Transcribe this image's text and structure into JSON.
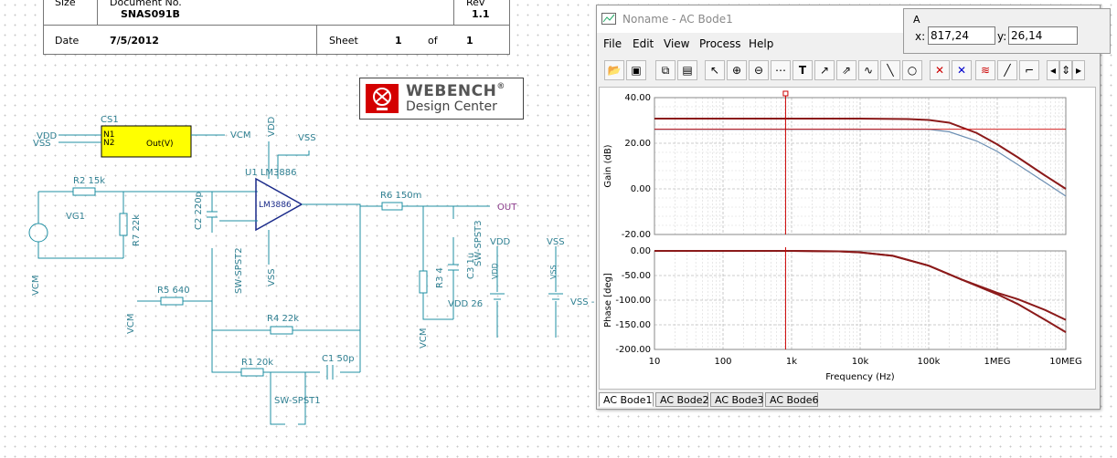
{
  "title_block": {
    "size_label": "Size",
    "doc_label": "Document No.",
    "doc_value": "SNAS091B",
    "rev_label": "Rev",
    "rev_value": "1.1",
    "date_label": "Date",
    "date_value": "7/5/2012",
    "sheet_label": "Sheet",
    "sheet_num": "1",
    "of_label": "of",
    "sheet_total": "1"
  },
  "logo": {
    "line1": "WEBENCH",
    "reg": "®",
    "line2": "Design Center"
  },
  "schematic_labels": [
    {
      "id": "cs1",
      "text": "CS1"
    },
    {
      "id": "vdd1",
      "text": "VDD"
    },
    {
      "id": "vss1",
      "text": "VSS"
    },
    {
      "id": "n1",
      "text": "N1"
    },
    {
      "id": "n2",
      "text": "N2"
    },
    {
      "id": "outv",
      "text": "Out(V)"
    },
    {
      "id": "vcm1",
      "text": "VCM"
    },
    {
      "id": "vdd2",
      "text": "VDD"
    },
    {
      "id": "vss2",
      "text": "VSS"
    },
    {
      "id": "u1",
      "text": "U1 LM3886"
    },
    {
      "id": "r2",
      "text": "R2 15k"
    },
    {
      "id": "vg1",
      "text": "VG1"
    },
    {
      "id": "r7",
      "text": "R7 22k"
    },
    {
      "id": "c2",
      "text": "C2 220p"
    },
    {
      "id": "opamp",
      "text": "LM3886"
    },
    {
      "id": "r6",
      "text": "R6 150m"
    },
    {
      "id": "out",
      "text": "OUT"
    },
    {
      "id": "swsp3",
      "text": "SW-SPST3"
    },
    {
      "id": "c3",
      "text": "C3 1u"
    },
    {
      "id": "r3",
      "text": "R3 4"
    },
    {
      "id": "vdd3",
      "text": "VDD"
    },
    {
      "id": "vdd3b",
      "text": "VDD"
    },
    {
      "id": "vdd26",
      "text": "VDD 26"
    },
    {
      "id": "vss3",
      "text": "VSS"
    },
    {
      "id": "vss3b",
      "text": "VSS"
    },
    {
      "id": "vss4",
      "text": "VSS -"
    },
    {
      "id": "vss5",
      "text": "VSS"
    },
    {
      "id": "swsp2",
      "text": "SW-SPST2"
    },
    {
      "id": "r5",
      "text": "R5 640"
    },
    {
      "id": "vcm2",
      "text": "VCM"
    },
    {
      "id": "vcm3",
      "text": "VCM"
    },
    {
      "id": "vcm4",
      "text": "VCM"
    },
    {
      "id": "r4",
      "text": "R4 22k"
    },
    {
      "id": "r1",
      "text": "R1 20k"
    },
    {
      "id": "c1",
      "text": "C1 50p"
    },
    {
      "id": "swsp1",
      "text": "SW-SPST1"
    }
  ],
  "bode_window": {
    "title": "Noname - AC Bode1",
    "menu": [
      "File",
      "Edit",
      "View",
      "Process",
      "Help"
    ],
    "toolbar_icons": [
      "open-icon",
      "save-icon",
      "copy-icon",
      "paste-icon",
      "pointer-icon",
      "zoom-in-icon",
      "zoom-out-icon",
      "grid-icon",
      "text-tool-icon",
      "arrow-tool-icon",
      "line-arrow-icon",
      "curve-tool-icon",
      "line-tool-icon",
      "circle-tool-icon",
      "cursor-a-icon",
      "cursor-b-icon",
      "wave-icon",
      "probe-icon",
      "step-icon",
      "arrow-left-icon",
      "arrow-updown-icon",
      "arrow-right-icon"
    ],
    "tabs": [
      "AC Bode1",
      "AC Bode2",
      "AC Bode3",
      "AC Bode6"
    ],
    "active_tab": 0
  },
  "cursor_readout": {
    "label": "A",
    "x_label": "x:",
    "x_value": "817,24",
    "y_label": "y:",
    "y_value": "26,14"
  },
  "colors": {
    "trace": "#8b1a1a",
    "trace_blue": "#6c8fb3",
    "cursor": "#cc0000",
    "grid": "#bdbdbd",
    "schematic": "#1f8fa3",
    "schematic_text": "#2e7f91"
  },
  "chart_data": [
    {
      "type": "line",
      "xlabel": "Frequency (Hz)",
      "ylabel": "Gain (dB)",
      "xscale": "log",
      "xlim": [
        10,
        10000000
      ],
      "ylim": [
        -20,
        40
      ],
      "x_ticks": [
        "10",
        "100",
        "1k",
        "10k",
        "100k",
        "1MEG",
        "10MEG"
      ],
      "y_ticks": [
        "40.00",
        "20.00",
        "0.00",
        "-20.00"
      ],
      "grid": true,
      "series": [
        {
          "x": [
            10,
            100,
            1000,
            10000,
            50000,
            100000,
            200000,
            500000,
            1000000,
            2000000,
            5000000,
            10000000
          ],
          "y": [
            30.8,
            30.8,
            30.8,
            30.8,
            30.6,
            30.2,
            29.0,
            24.5,
            19.5,
            13.8,
            5.8,
            0
          ]
        },
        {
          "x": [
            10,
            100,
            1000,
            10000,
            100000,
            200000,
            500000,
            1000000,
            2000000,
            5000000,
            10000000
          ],
          "y": [
            26.1,
            26.1,
            26.1,
            26.1,
            26.1,
            25.0,
            21.0,
            16.4,
            10.6,
            2.8,
            -3.2
          ]
        },
        {
          "x": [
            10,
            100,
            1000,
            10000,
            100000,
            1000000,
            10000000
          ],
          "y": [
            26.14,
            26.14,
            26.14,
            26.14,
            26.14,
            26.14,
            26.14
          ]
        }
      ],
      "cursor_x": 817.24
    },
    {
      "type": "line",
      "xlabel": "Frequency (Hz)",
      "ylabel": "Phase [deg]",
      "xscale": "log",
      "xlim": [
        10,
        10000000
      ],
      "ylim": [
        -200,
        0
      ],
      "x_ticks": [
        "10",
        "100",
        "1k",
        "10k",
        "100k",
        "1MEG",
        "10MEG"
      ],
      "y_ticks": [
        "0.00",
        "-50.00",
        "-100.00",
        "-150.00",
        "-200.00"
      ],
      "grid": true,
      "series": [
        {
          "x": [
            10,
            100,
            1000,
            5000,
            10000,
            30000,
            100000,
            300000,
            1000000,
            2000000,
            5000000,
            10000000
          ],
          "y": [
            0,
            0,
            0,
            -1,
            -3,
            -10,
            -30,
            -58,
            -85,
            -98,
            -120,
            -140
          ]
        },
        {
          "x": [
            10,
            100,
            1000,
            5000,
            10000,
            30000,
            100000,
            300000,
            1000000,
            2000000,
            5000000,
            10000000
          ],
          "y": [
            0,
            0,
            0,
            -1,
            -3,
            -10,
            -30,
            -58,
            -88,
            -108,
            -140,
            -165
          ]
        }
      ],
      "cursor_x": 817.24
    }
  ]
}
